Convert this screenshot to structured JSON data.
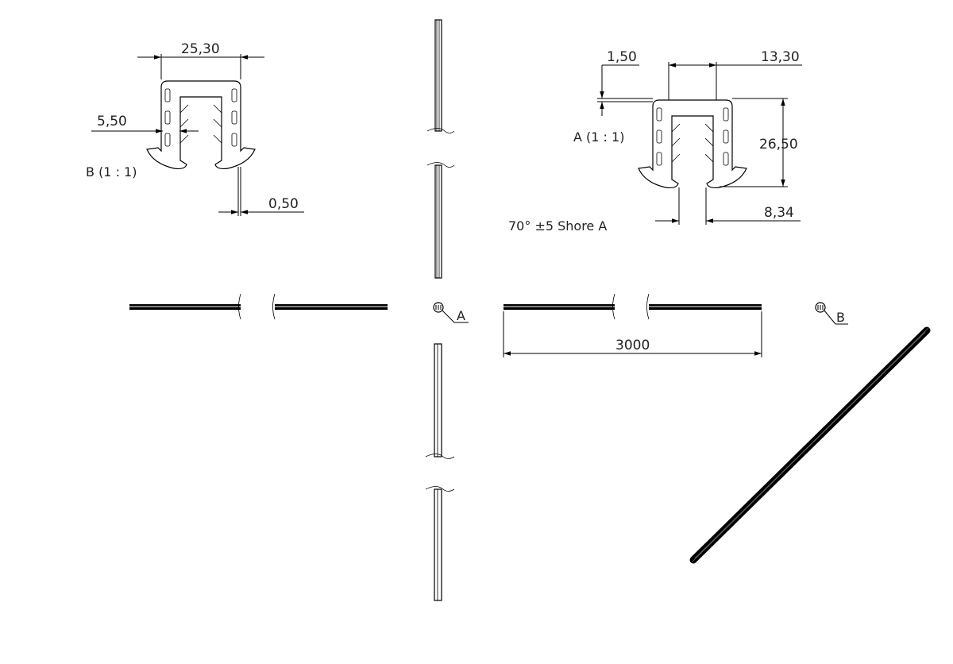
{
  "dims": {
    "width_25_30": "25,30",
    "dim_5_50": "5,50",
    "dim_0_50": "0,50",
    "dim_1_50": "1,50",
    "dim_13_30": "13,30",
    "dim_26_50": "26,50",
    "dim_8_34": "8,34",
    "length_3000": "3000"
  },
  "labels": {
    "view_b": "B (1 : 1)",
    "view_a": "A (1 : 1)",
    "callout_a": "A",
    "callout_b": "B",
    "hardness_note": "70° ±5 Shore A"
  }
}
